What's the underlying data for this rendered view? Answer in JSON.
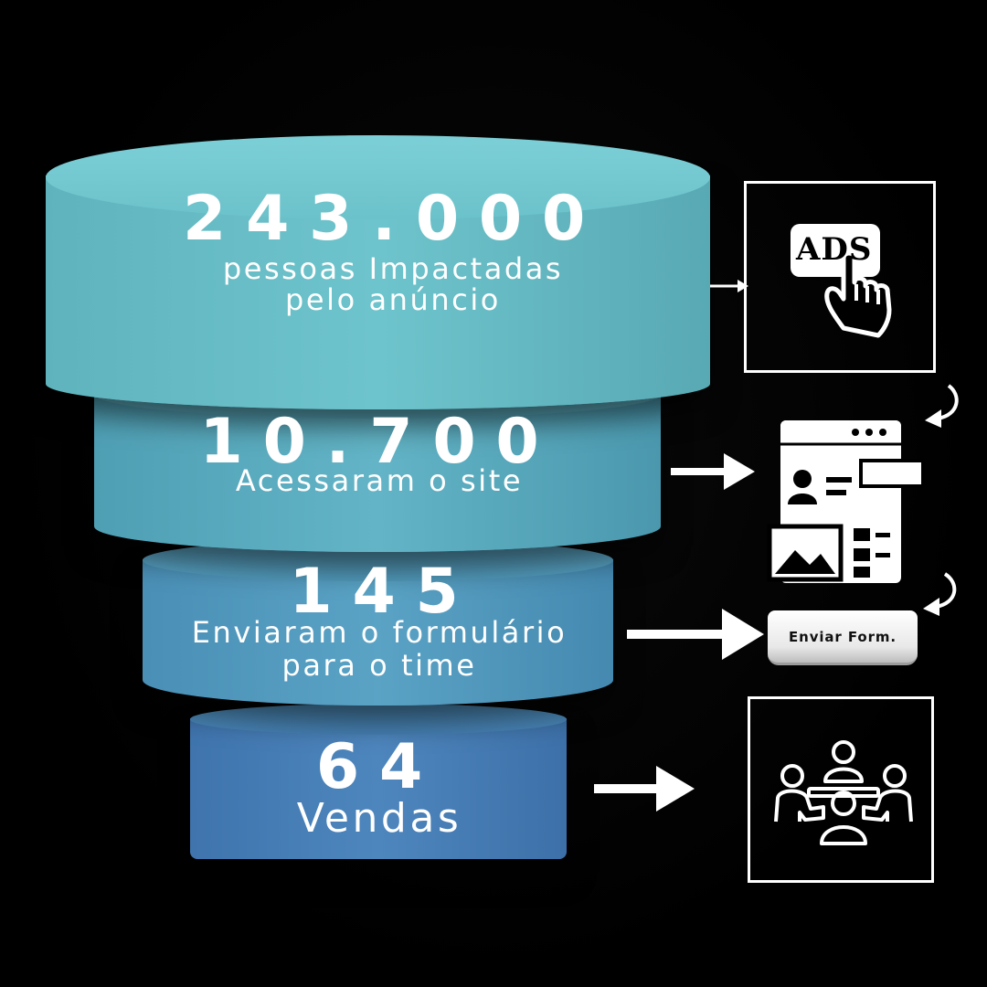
{
  "funnel": [
    {
      "value": "243.000",
      "description_lines": [
        "pessoas Impactadas",
        "pelo anúncio"
      ]
    },
    {
      "value": "10.700",
      "description_lines": [
        "Acessaram o site"
      ]
    },
    {
      "value": "145",
      "description_lines": [
        "Enviaram o formulário",
        "para o time"
      ]
    },
    {
      "value": "64",
      "description_lines": [
        "Vendas"
      ]
    }
  ],
  "ads_icon": {
    "text": "ADS",
    "icon": "ads-click-icon"
  },
  "website_icon": {
    "icon": "website-layout-icon"
  },
  "form_button": {
    "label": "Enviar Form."
  },
  "meeting_icon": {
    "icon": "team-meeting-icon"
  },
  "colors": {
    "background": "#000000",
    "tier1": "#6ec4cc",
    "tier2": "#5fb0c3",
    "tier3": "#569fc2",
    "tier4": "#4a80ba",
    "foreground": "#ffffff"
  }
}
